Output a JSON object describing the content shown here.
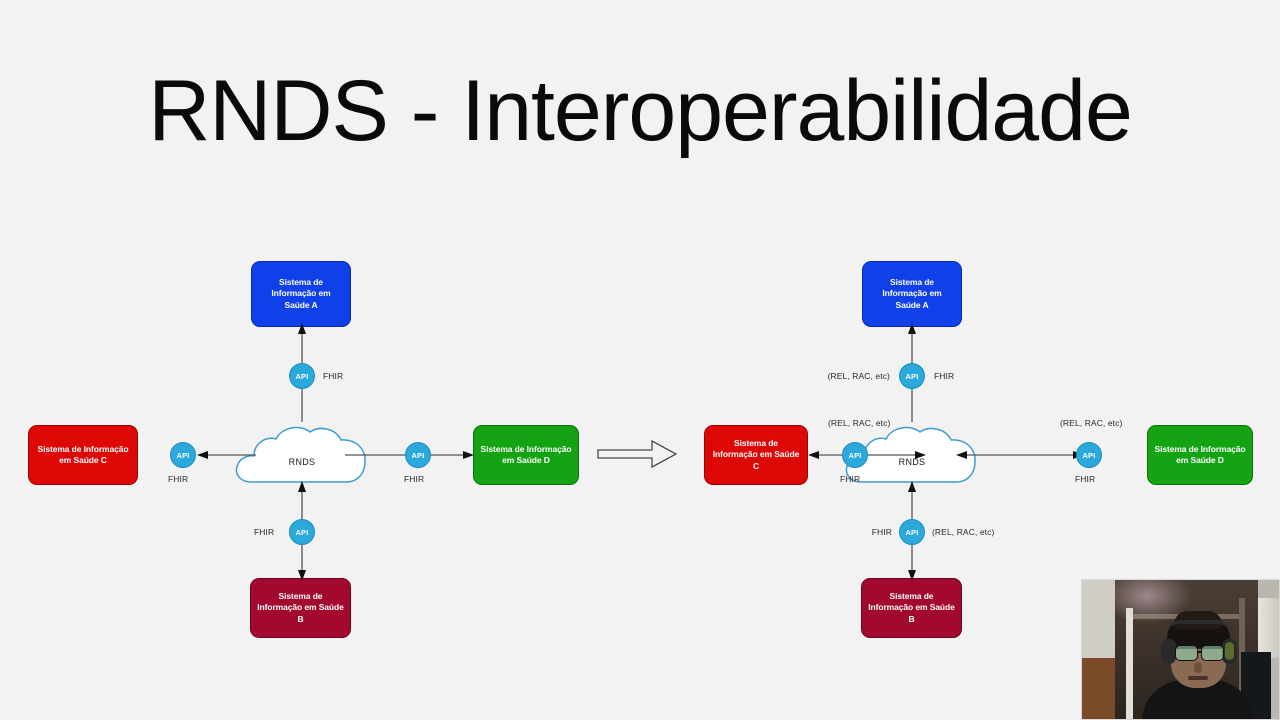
{
  "slide": {
    "title": "RNDS - Interoperabilidade",
    "background_color": "#f2f2f2"
  },
  "colors": {
    "node_a": "#1040e8",
    "node_b": "#a3092e",
    "node_c": "#dd0806",
    "node_d": "#13a313",
    "api_badge": "#2ba8dc",
    "cloud_stroke": "#3f9cd0",
    "connector": "#555555",
    "title_text": "#0a0a0a"
  },
  "diagrams": [
    {
      "id": "before",
      "name": "diagram-before",
      "cloud": {
        "label": "RNDS"
      },
      "nodes": {
        "top": {
          "label": "Sistema de Informação em Saúde A",
          "color_key": "node_a"
        },
        "left": {
          "label": "Sistema de Informação em Saúde C",
          "color_key": "node_c"
        },
        "right": {
          "label": "Sistema de Informação em Saúde D",
          "color_key": "node_d"
        },
        "bottom": {
          "label": "Sistema de Informação em Saúde B",
          "color_key": "node_b"
        }
      },
      "api_badges": {
        "top": "API",
        "left": "API",
        "right": "API",
        "bottom": "API"
      },
      "edge_labels": {
        "top_right": "FHIR",
        "left_below": "FHIR",
        "right_below": "FHIR",
        "bottom_left": "FHIR"
      }
    },
    {
      "id": "after",
      "name": "diagram-after",
      "cloud": {
        "label": "RNDS"
      },
      "nodes": {
        "top": {
          "label": "Sistema de Informação em Saúde A",
          "color_key": "node_a"
        },
        "left": {
          "label": "Sistema de Informação em Saúde C",
          "color_key": "node_c"
        },
        "right": {
          "label": "Sistema de Informação em Saúde D",
          "color_key": "node_d"
        },
        "bottom": {
          "label": "Sistema de Informação em Saúde B",
          "color_key": "node_b"
        }
      },
      "api_badges": {
        "top": "API",
        "left": "API",
        "right": "API",
        "bottom": "API"
      },
      "edge_labels": {
        "top_left": "(REL, RAC, etc)",
        "top_right": "FHIR",
        "left_above": "(REL, RAC, etc)",
        "left_below": "FHIR",
        "right_above": "(REL, RAC, etc)",
        "right_below": "FHIR",
        "bottom_left": "FHIR",
        "bottom_right": "(REL, RAC, etc)"
      }
    }
  ],
  "transition": {
    "arrow": "right-block-arrow"
  },
  "webcam": {
    "label": "webcam-overlay"
  }
}
